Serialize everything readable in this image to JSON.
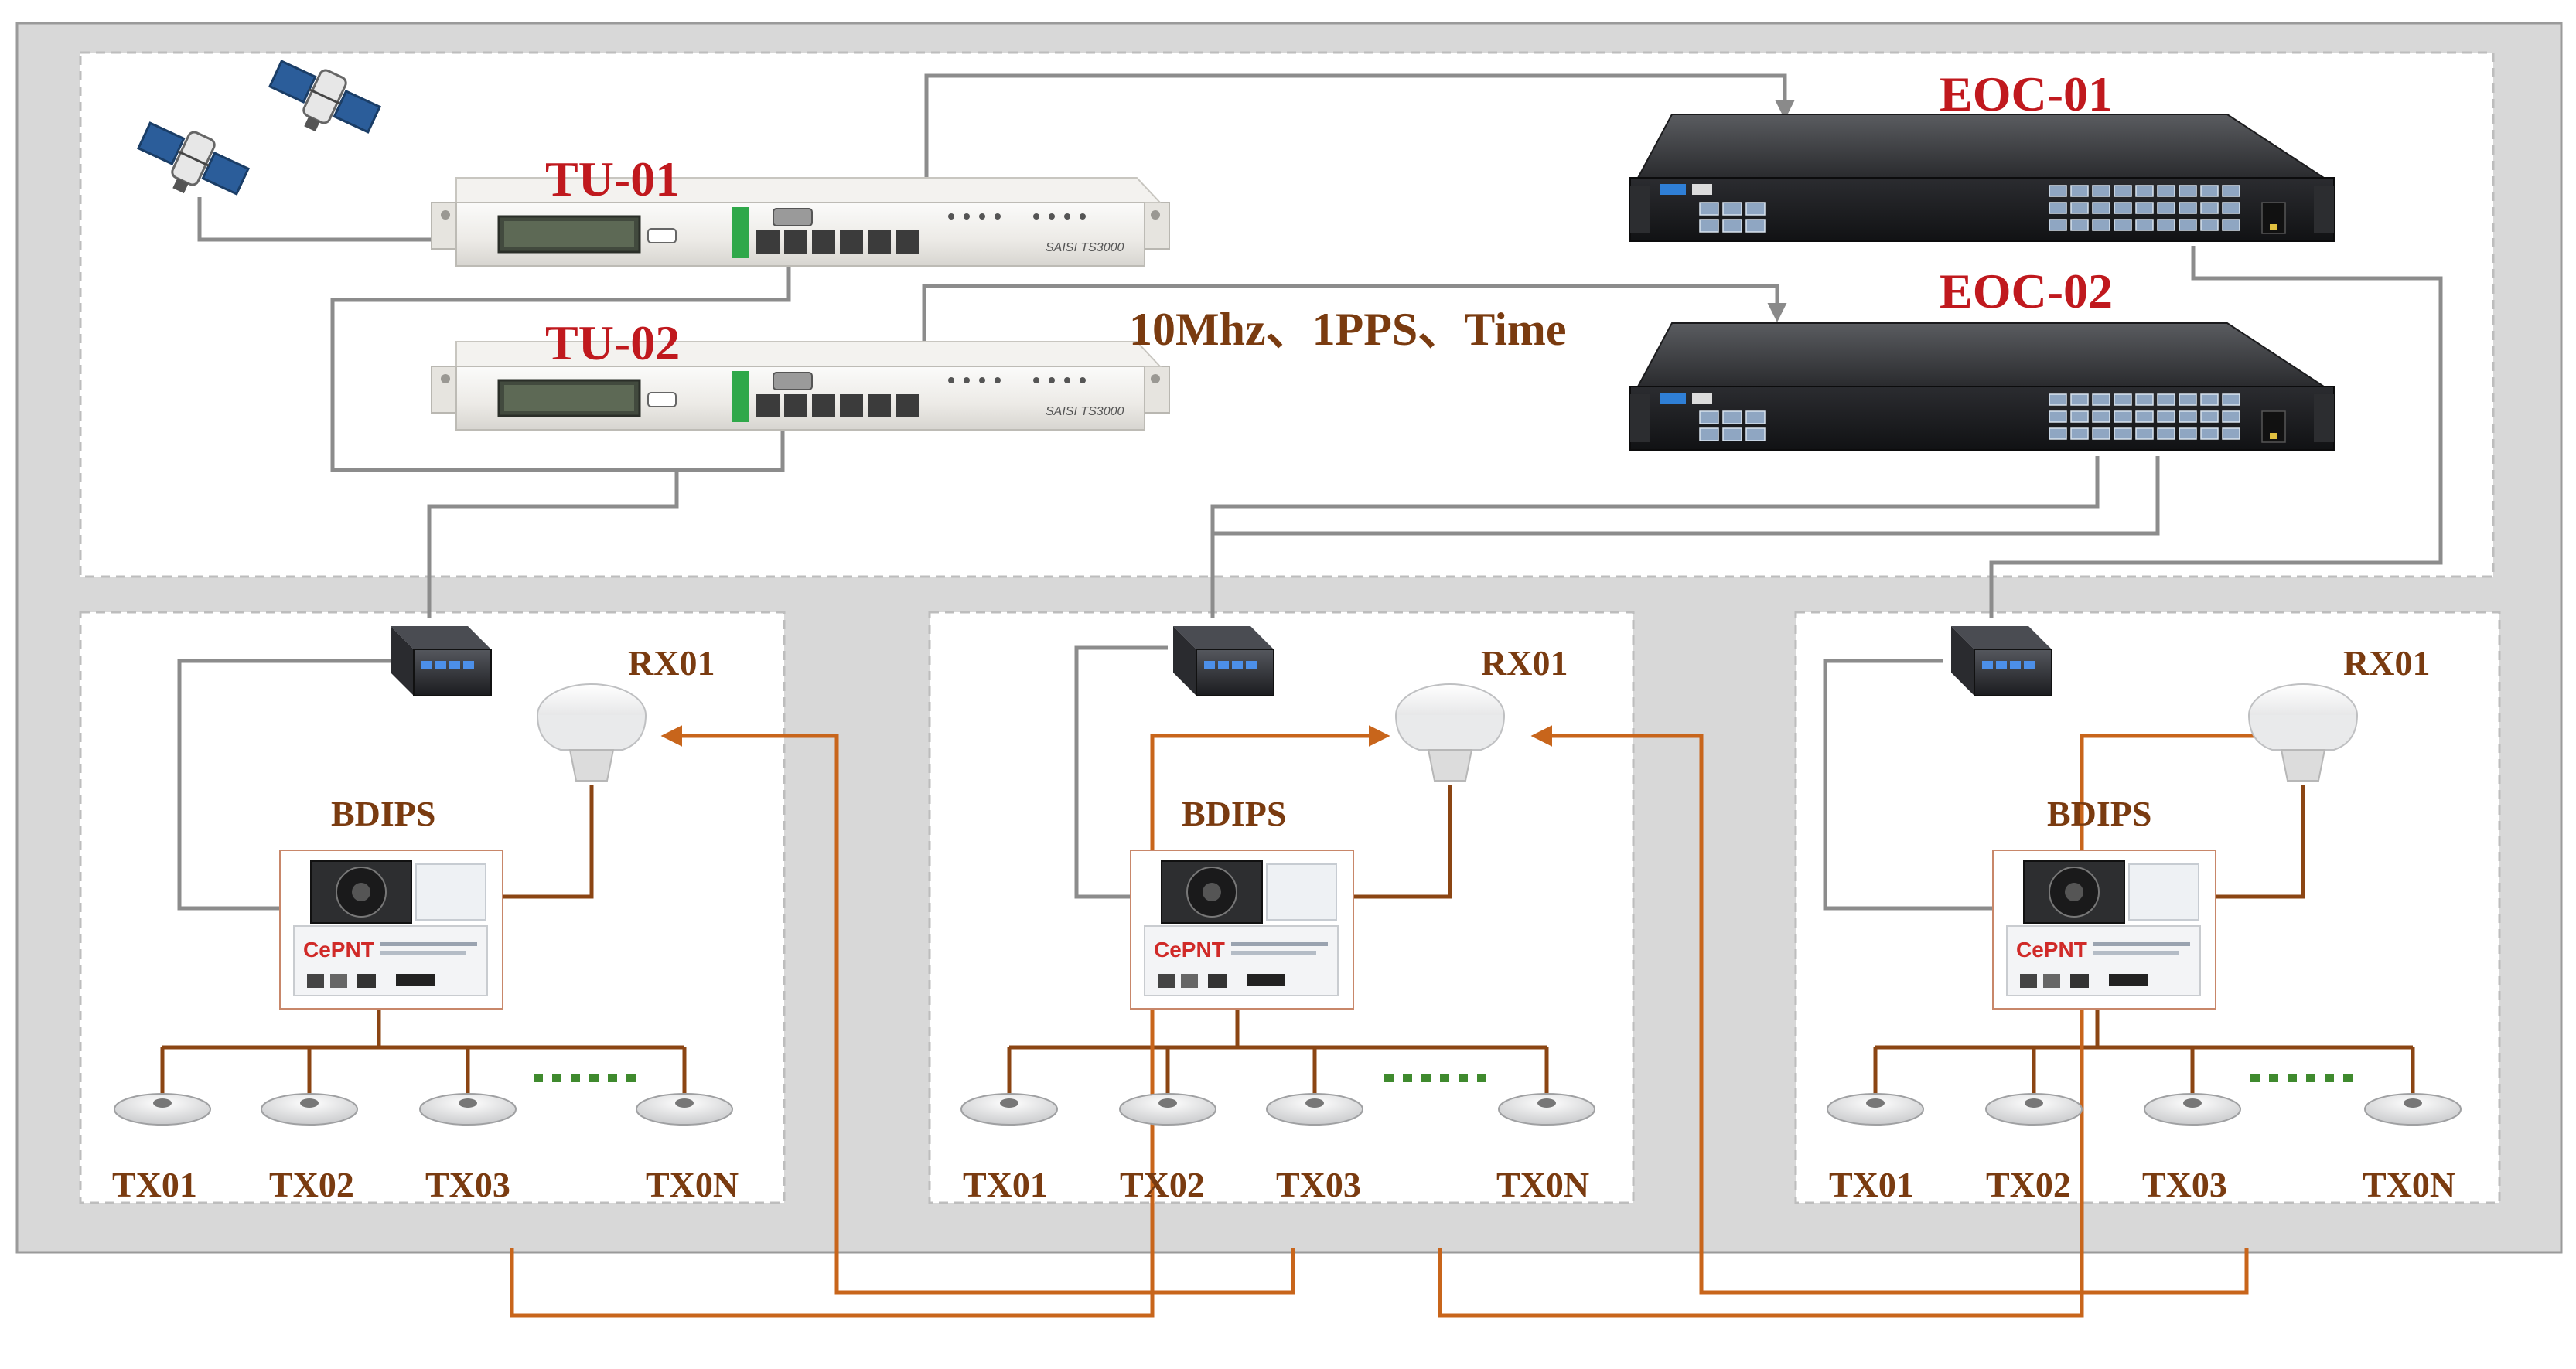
{
  "labels": {
    "tu01": "TU-01",
    "tu02": "TU-02",
    "eoc01": "EOC-01",
    "eoc02": "EOC-02",
    "signal": "10Mhz、1PPS、Time"
  },
  "stations": [
    {
      "rx": "RX01",
      "unit": "BDIPS",
      "tx": [
        "TX01",
        "TX02",
        "TX03",
        "TX0N"
      ]
    },
    {
      "rx": "RX01",
      "unit": "BDIPS",
      "tx": [
        "TX01",
        "TX02",
        "TX03",
        "TX0N"
      ]
    },
    {
      "rx": "RX01",
      "unit": "BDIPS",
      "tx": [
        "TX01",
        "TX02",
        "TX03",
        "TX0N"
      ]
    }
  ],
  "colors": {
    "device_label": "#c0191e",
    "station_label": "#7a3b10",
    "cross_link": "#c8651b",
    "bus_line": "#8b4513",
    "control_line": "#8c8c8c",
    "frame": "#d8d8d8"
  },
  "icons": [
    "satellite-icon",
    "tu-device-icon",
    "eoc-device-icon",
    "mini-switch-icon",
    "rx-antenna-icon",
    "bdips-unit-icon",
    "tx-antenna-icon"
  ]
}
